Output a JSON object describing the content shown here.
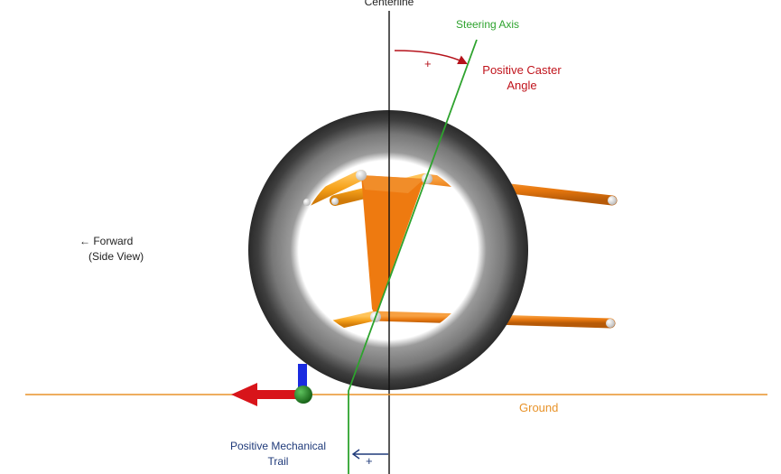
{
  "labels": {
    "centerline": "Centerline",
    "steering_axis": "Steering Axis",
    "caster_line1": "Positive Caster",
    "caster_line2": "Angle",
    "caster_sign": "+",
    "forward_line1": "← Forward",
    "forward_line2": "(Side View)",
    "ground": "Ground",
    "trail_line1": "Positive Mechanical",
    "trail_line2": "Trail",
    "trail_sign": "+"
  },
  "colors": {
    "steering_axis": "#2ea32e",
    "caster": "#b5121b",
    "ground": "#e8932a",
    "trail": "#1f3a7a",
    "arm": "#e8780f",
    "upright": "#ee7a10",
    "tire": "#3a3a3a",
    "centerline": "#111111",
    "axis_x": "#d8141a",
    "axis_y": "#1a2be0",
    "axis_origin": "#1e8a1e",
    "text": "#222222"
  },
  "icons": {
    "forward": "left-arrow-icon",
    "caster": "curved-arrow-icon",
    "trail": "left-arrow-icon"
  }
}
